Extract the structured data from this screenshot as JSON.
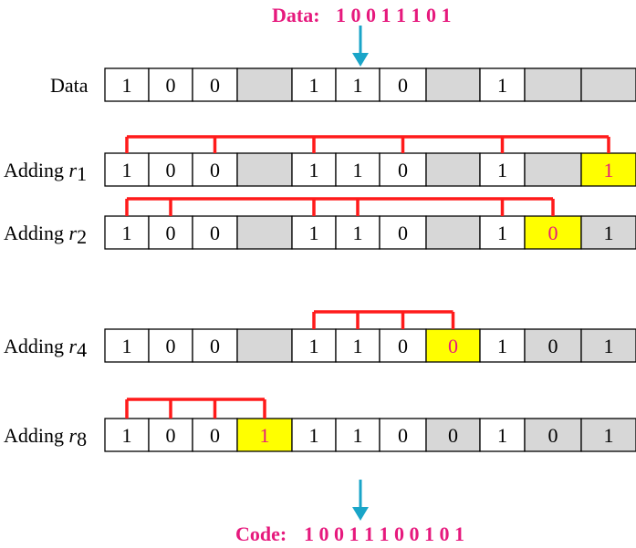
{
  "title": {
    "label": "Data:",
    "value": "1 0 0 1 1 1 0 1"
  },
  "footer": {
    "label": "Code:",
    "value": "1 0 0 1 1 1 0 0 1 0 1"
  },
  "colors": {
    "accent_text": "#e6197d",
    "arrow": "#1aa5c8",
    "bracket": "#ff1a1a",
    "highlight": "#ffff00",
    "gray_cell": "#d7d7d7",
    "redundant_value": "#e6197d"
  },
  "rows": [
    {
      "label": "Data",
      "subscript": "",
      "cells": [
        {
          "value": "1",
          "kind": "data"
        },
        {
          "value": "0",
          "kind": "data"
        },
        {
          "value": "0",
          "kind": "data"
        },
        {
          "value": "",
          "kind": "gray"
        },
        {
          "value": "1",
          "kind": "data"
        },
        {
          "value": "1",
          "kind": "data"
        },
        {
          "value": "0",
          "kind": "data"
        },
        {
          "value": "",
          "kind": "gray"
        },
        {
          "value": "1",
          "kind": "data"
        },
        {
          "value": "",
          "kind": "gray"
        },
        {
          "value": "",
          "kind": "gray"
        }
      ],
      "bracket_cells": []
    },
    {
      "label": "Adding r",
      "subscript": "1",
      "cells": [
        {
          "value": "1",
          "kind": "data"
        },
        {
          "value": "0",
          "kind": "data"
        },
        {
          "value": "0",
          "kind": "data"
        },
        {
          "value": "",
          "kind": "gray"
        },
        {
          "value": "1",
          "kind": "data"
        },
        {
          "value": "1",
          "kind": "data"
        },
        {
          "value": "0",
          "kind": "data"
        },
        {
          "value": "",
          "kind": "gray"
        },
        {
          "value": "1",
          "kind": "data"
        },
        {
          "value": "",
          "kind": "gray"
        },
        {
          "value": "1",
          "kind": "highlight"
        }
      ],
      "bracket_cells": [
        0,
        2,
        4,
        6,
        8,
        10
      ]
    },
    {
      "label": "Adding r",
      "subscript": "2",
      "cells": [
        {
          "value": "1",
          "kind": "data"
        },
        {
          "value": "0",
          "kind": "data"
        },
        {
          "value": "0",
          "kind": "data"
        },
        {
          "value": "",
          "kind": "gray"
        },
        {
          "value": "1",
          "kind": "data"
        },
        {
          "value": "1",
          "kind": "data"
        },
        {
          "value": "0",
          "kind": "data"
        },
        {
          "value": "",
          "kind": "gray"
        },
        {
          "value": "1",
          "kind": "data"
        },
        {
          "value": "0",
          "kind": "highlight"
        },
        {
          "value": "1",
          "kind": "gray"
        }
      ],
      "bracket_cells": [
        0,
        1,
        4,
        5,
        8,
        9
      ]
    },
    {
      "label": "Adding r",
      "subscript": "4",
      "cells": [
        {
          "value": "1",
          "kind": "data"
        },
        {
          "value": "0",
          "kind": "data"
        },
        {
          "value": "0",
          "kind": "data"
        },
        {
          "value": "",
          "kind": "gray"
        },
        {
          "value": "1",
          "kind": "data"
        },
        {
          "value": "1",
          "kind": "data"
        },
        {
          "value": "0",
          "kind": "data"
        },
        {
          "value": "0",
          "kind": "highlight"
        },
        {
          "value": "1",
          "kind": "data"
        },
        {
          "value": "0",
          "kind": "gray"
        },
        {
          "value": "1",
          "kind": "gray"
        }
      ],
      "bracket_cells": [
        4,
        5,
        6,
        7
      ]
    },
    {
      "label": "Adding r",
      "subscript": "8",
      "cells": [
        {
          "value": "1",
          "kind": "data"
        },
        {
          "value": "0",
          "kind": "data"
        },
        {
          "value": "0",
          "kind": "data"
        },
        {
          "value": "1",
          "kind": "highlight"
        },
        {
          "value": "1",
          "kind": "data"
        },
        {
          "value": "1",
          "kind": "data"
        },
        {
          "value": "0",
          "kind": "data"
        },
        {
          "value": "0",
          "kind": "gray"
        },
        {
          "value": "1",
          "kind": "data"
        },
        {
          "value": "0",
          "kind": "gray"
        },
        {
          "value": "1",
          "kind": "gray"
        }
      ],
      "bracket_cells": [
        0,
        1,
        2,
        3
      ]
    }
  ]
}
